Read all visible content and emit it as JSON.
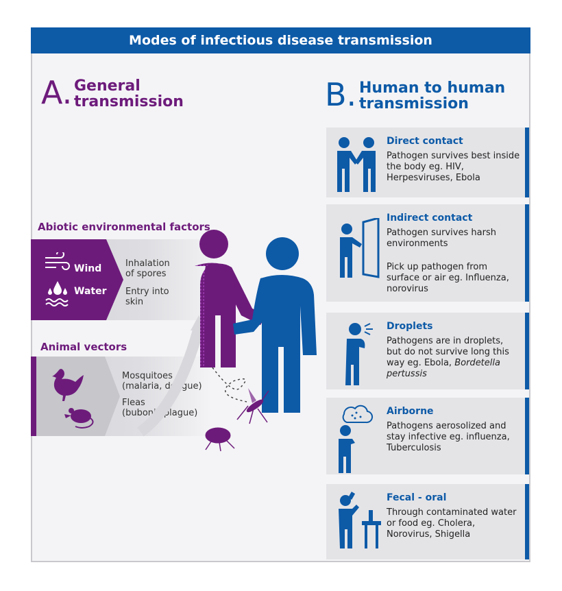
{
  "header": {
    "title": "Modes of infectious disease transmission"
  },
  "sectionA": {
    "letter": "A.",
    "title_line1": "General",
    "title_line2": "transmission",
    "abiotic": {
      "heading": "Abiotic environmental factors",
      "items": [
        {
          "icon": "wind-icon",
          "label": "Wind",
          "desc_line1": "Inhalation",
          "desc_line2": "of spores"
        },
        {
          "icon": "water-icon",
          "label": "Water",
          "desc_line1": "Entry into",
          "desc_line2": "skin"
        }
      ]
    },
    "vectors": {
      "heading": "Animal vectors",
      "items": [
        {
          "icon": "chicken-icon",
          "desc_line1": "Mosquitoes",
          "desc_line2": "(malaria, dengue)"
        },
        {
          "icon": "rat-icon",
          "desc_line1": "Fleas",
          "desc_line2": "(bubonic plague)"
        }
      ]
    }
  },
  "sectionB": {
    "letter": "B.",
    "title_line1": "Human to human",
    "title_line2": "transmission",
    "cards": [
      {
        "icon": "handshake-icon",
        "title": "Direct contact",
        "text": "Pathogen survives best inside the body eg. HIV, Herpesviruses, Ebola"
      },
      {
        "icon": "door-icon",
        "title": "Indirect contact",
        "text": "Pathogen survives harsh environments",
        "text2": "Pick up pathogen from surface or air eg. Influenza, norovirus"
      },
      {
        "icon": "sneeze-icon",
        "title": "Droplets",
        "text": "Pathogens are in droplets, but do not survive long this way eg. Ebola,",
        "text_italic": "Bordetella pertussis"
      },
      {
        "icon": "airborne-icon",
        "title": "Airborne",
        "text": "Pathogens aerosolized and stay infective eg.  influenza, Tuberculosis"
      },
      {
        "icon": "drinking-icon",
        "title": "Fecal - oral",
        "text": "Through contaminated water or food eg. Cholera, Norovirus, Shigella"
      }
    ]
  },
  "colors": {
    "purple": "#6d1b7b",
    "blue": "#0d5aa7",
    "grey_panel": "#d9d9dc"
  }
}
